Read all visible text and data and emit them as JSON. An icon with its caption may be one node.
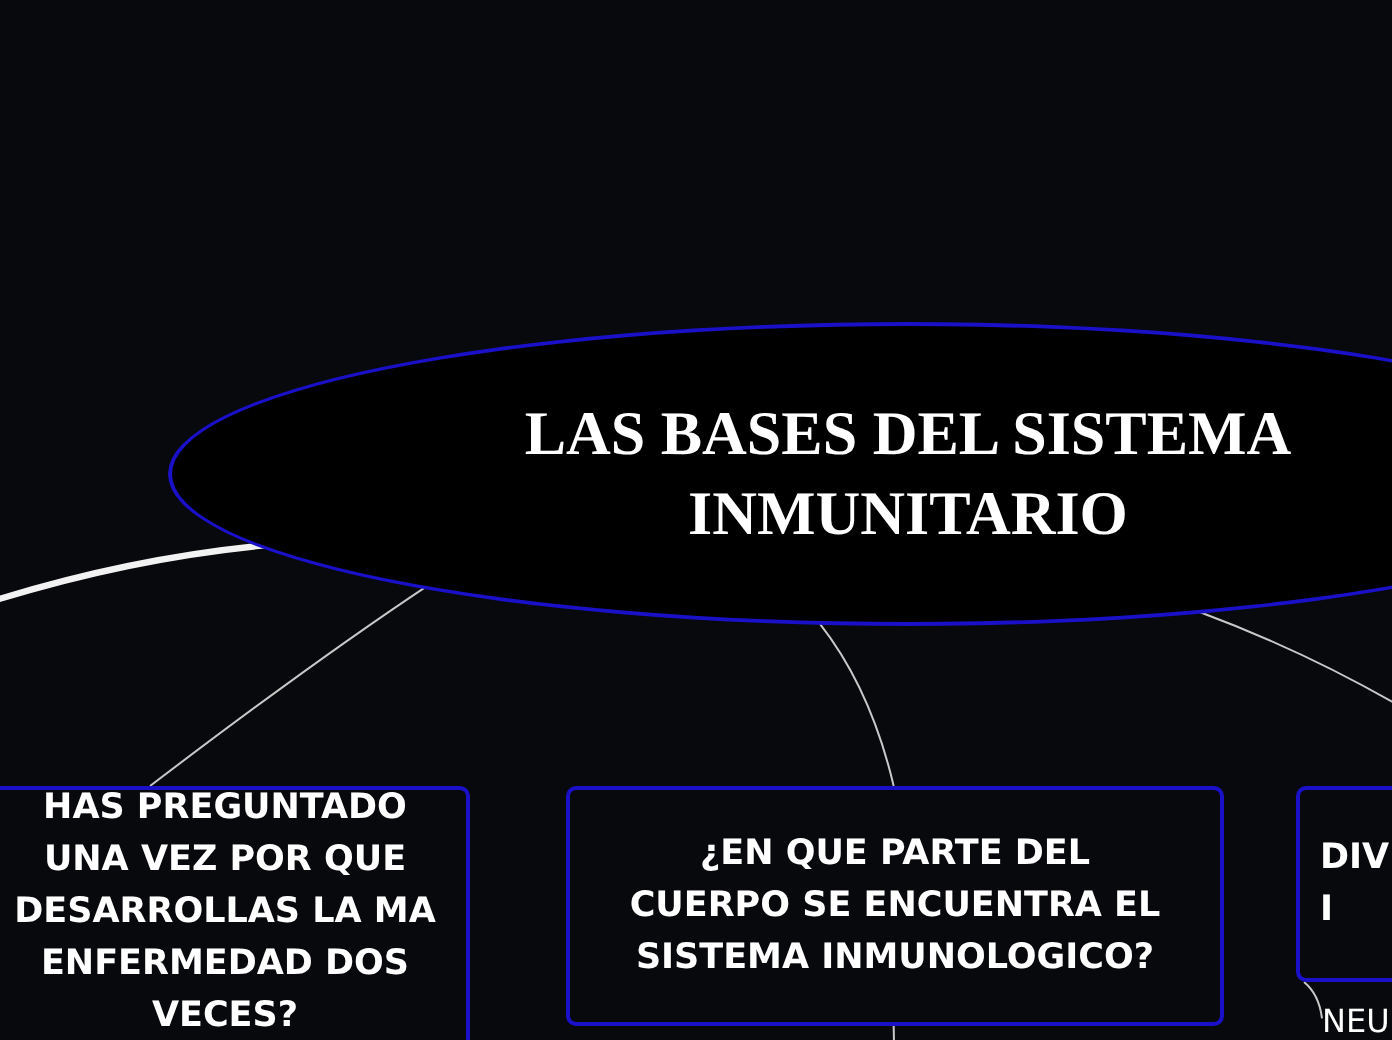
{
  "diagram": {
    "nodes": [
      {
        "text": [
          "LAS BASES DEL SISTEMA INMUNITARIO"
        ]
      },
      {
        "text": [
          "HAS PREGUNTADO UNA VEZ POR QUE DESARROLLAS LA MA ENFERMEDAD DOS VECES?"
        ]
      },
      {
        "text": [
          "¿EN QUE PARTE DEL CUERPO SE ENCUENTRA EL SISTEMA INMUNOLOGICO?"
        ]
      },
      {
        "text": [
          "DIV I"
        ]
      },
      {
        "text": [
          "NEU"
        ]
      }
    ],
    "edges": [
      {
        "from": 0,
        "to": null,
        "arrow": "none",
        "style": "thick"
      },
      {
        "from": 0,
        "to": 1,
        "arrow": "none"
      },
      {
        "from": 0,
        "to": 2,
        "arrow": "none"
      },
      {
        "from": 0,
        "to": null,
        "arrow": "none"
      },
      {
        "from": 2,
        "to": null,
        "arrow": "none"
      },
      {
        "from": 3,
        "to": 4,
        "arrow": "none"
      }
    ]
  }
}
